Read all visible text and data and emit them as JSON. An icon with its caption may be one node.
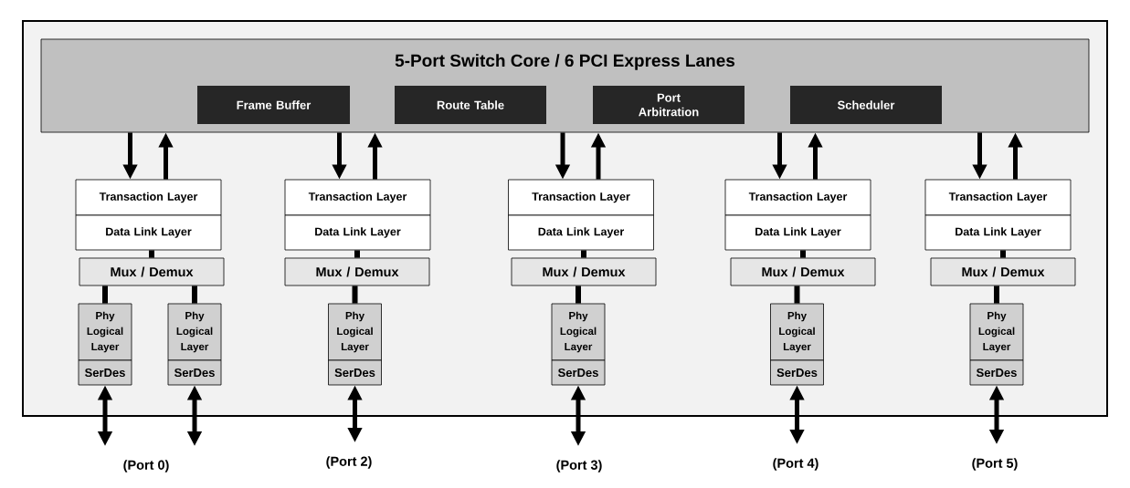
{
  "diagram": {
    "nodes": [
      {
        "text": [
          "5-Port Switch Core  /  6 PCI Express Lanes"
        ]
      },
      {
        "text": [
          "Frame Buffer"
        ],
        "in": 0
      },
      {
        "text": [
          "Route Table"
        ],
        "in": 0
      },
      {
        "text": [
          "Port Arbitration"
        ],
        "in": 0
      },
      {
        "text": [
          "Scheduler"
        ],
        "in": 0
      },
      {
        "text": [
          "Transaction Layer"
        ]
      },
      {
        "text": [
          "Data Link Layer"
        ]
      },
      {
        "text": [
          "Mux / Demux"
        ]
      },
      {
        "text": [
          "Phy Logical Layer"
        ]
      },
      {
        "text": [
          "Phy Logical Layer"
        ]
      },
      {
        "text": [
          "SerDes"
        ]
      },
      {
        "text": [
          "SerDes"
        ]
      },
      {
        "text": [
          "(Port 0)"
        ]
      },
      {
        "text": [
          "Transaction Layer"
        ]
      },
      {
        "text": [
          "Data Link Layer"
        ]
      },
      {
        "text": [
          "Mux / Demux"
        ]
      },
      {
        "text": [
          "Phy Logical Layer"
        ]
      },
      {
        "text": [
          "SerDes"
        ]
      },
      {
        "text": [
          "(Port 2)"
        ]
      },
      {
        "text": [
          "Transaction Layer"
        ]
      },
      {
        "text": [
          "Data Link Layer"
        ]
      },
      {
        "text": [
          "Mux / Demux"
        ]
      },
      {
        "text": [
          "Phy Logical Layer"
        ]
      },
      {
        "text": [
          "SerDes"
        ]
      },
      {
        "text": [
          "(Port 3)"
        ]
      },
      {
        "text": [
          "Transaction Layer"
        ]
      },
      {
        "text": [
          "Data Link Layer"
        ]
      },
      {
        "text": [
          "Mux / Demux"
        ]
      },
      {
        "text": [
          "Phy Logical Layer"
        ]
      },
      {
        "text": [
          "SerDes"
        ]
      },
      {
        "text": [
          "(Port 4)"
        ]
      },
      {
        "text": [
          "Transaction Layer"
        ]
      },
      {
        "text": [
          "Data Link Layer"
        ]
      },
      {
        "text": [
          "Mux / Demux"
        ]
      },
      {
        "text": [
          "Phy Logical Layer"
        ]
      },
      {
        "text": [
          "SerDes"
        ]
      },
      {
        "text": [
          "(Port 5)"
        ]
      }
    ],
    "edges": [
      {
        "from": 0,
        "to": 5,
        "arrow": "to"
      },
      {
        "from": 5,
        "to": 0,
        "arrow": "to"
      },
      {
        "from": 6,
        "to": 7,
        "arrow": "none"
      },
      {
        "from": 7,
        "to": 8,
        "arrow": "none"
      },
      {
        "from": 7,
        "to": 9,
        "arrow": "none"
      },
      {
        "from": 10,
        "to": 12,
        "arrow": "both"
      },
      {
        "from": 11,
        "to": 12,
        "arrow": "both"
      },
      {
        "from": 0,
        "to": 13,
        "arrow": "to"
      },
      {
        "from": 13,
        "to": 0,
        "arrow": "to"
      },
      {
        "from": 14,
        "to": 15,
        "arrow": "none"
      },
      {
        "from": 15,
        "to": 16,
        "arrow": "none"
      },
      {
        "from": 17,
        "to": 18,
        "arrow": "both"
      },
      {
        "from": 0,
        "to": 19,
        "arrow": "to"
      },
      {
        "from": 19,
        "to": 0,
        "arrow": "to"
      },
      {
        "from": 20,
        "to": 21,
        "arrow": "none"
      },
      {
        "from": 21,
        "to": 22,
        "arrow": "none"
      },
      {
        "from": 23,
        "to": 24,
        "arrow": "both"
      },
      {
        "from": 0,
        "to": 25,
        "arrow": "to"
      },
      {
        "from": 25,
        "to": 0,
        "arrow": "to"
      },
      {
        "from": 26,
        "to": 27,
        "arrow": "none"
      },
      {
        "from": 27,
        "to": 28,
        "arrow": "none"
      },
      {
        "from": 29,
        "to": 30,
        "arrow": "both"
      },
      {
        "from": 0,
        "to": 31,
        "arrow": "to"
      },
      {
        "from": 31,
        "to": 0,
        "arrow": "to"
      },
      {
        "from": 32,
        "to": 33,
        "arrow": "none"
      },
      {
        "from": 33,
        "to": 34,
        "arrow": "none"
      },
      {
        "from": 35,
        "to": 36,
        "arrow": "both"
      }
    ]
  }
}
